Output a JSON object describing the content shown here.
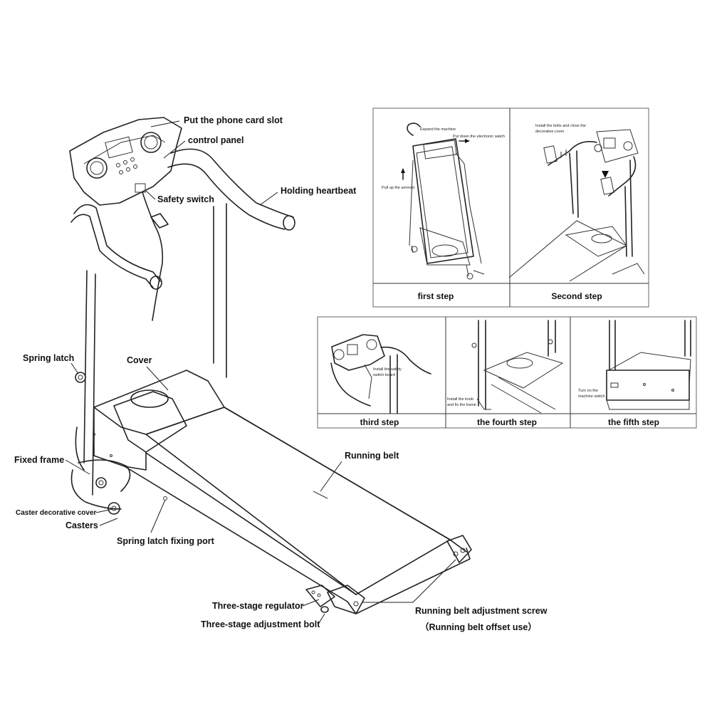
{
  "labels": {
    "phone_card_slot": "Put the phone card slot",
    "control_panel": "control panel",
    "safety_switch": "Safety switch",
    "holding_heartbeat": "Holding heartbeat",
    "spring_latch": "Spring latch",
    "cover": "Cover",
    "fixed_frame": "Fixed frame",
    "running_belt": "Running belt",
    "caster_cover": "Caster decorative cover",
    "casters": "Casters",
    "spring_latch_port": "Spring latch fixing port",
    "three_stage_regulator": "Three-stage regulator",
    "three_stage_bolt": "Three-stage adjustment bolt",
    "belt_adjust_screw": "Running belt adjustment screw",
    "belt_offset_use": "（Running belt offset use）"
  },
  "steps": [
    {
      "label": "first step",
      "notes": [
        "Expand the machine",
        "Put down the electronic watch",
        "Pull up the armrest"
      ]
    },
    {
      "label": "Second step",
      "notes": [
        "Install the bolts and close the",
        "decorative cover"
      ]
    },
    {
      "label": "third step",
      "notes": [
        "Install the safety",
        "switch board"
      ]
    },
    {
      "label": "the fourth step",
      "notes": [
        "Install the knob",
        "and fix the frame"
      ]
    },
    {
      "label": "the fifth step",
      "notes": [
        "Turn on the",
        "machine switch"
      ]
    }
  ]
}
